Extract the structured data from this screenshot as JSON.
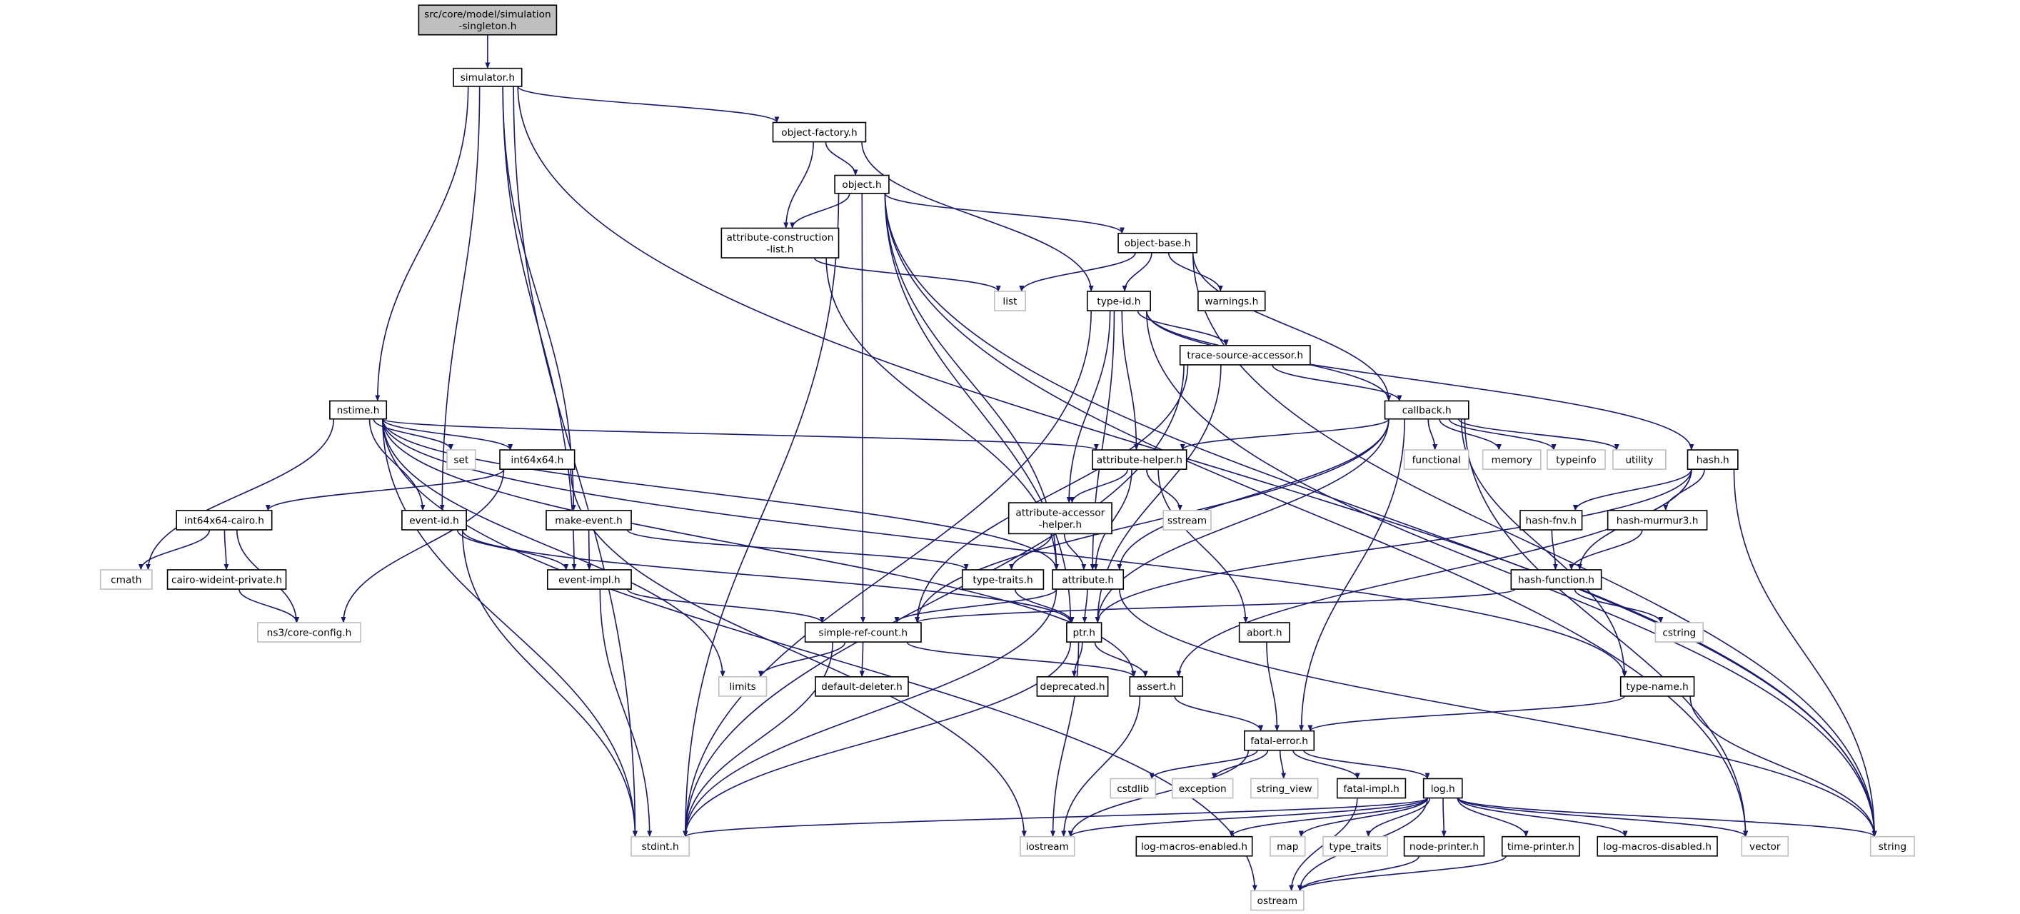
{
  "title": "src/core/model/simulation-singleton.h include dependency graph",
  "colors": {
    "edge": "#191970",
    "node_border": "#000000",
    "external_border": "#bfbfbf",
    "root_fill": "#bfbfbf"
  },
  "nodes": [
    {
      "id": "root",
      "label": [
        "src/core/model/simulation",
        "-singleton.h"
      ],
      "kind": "root"
    },
    {
      "id": "simulator",
      "label": [
        "simulator.h"
      ],
      "kind": "project"
    },
    {
      "id": "object-factory",
      "label": [
        "object-factory.h"
      ],
      "kind": "project"
    },
    {
      "id": "object",
      "label": [
        "object.h"
      ],
      "kind": "project"
    },
    {
      "id": "attribute-construction-list",
      "label": [
        "attribute-construction",
        "-list.h"
      ],
      "kind": "project"
    },
    {
      "id": "object-base",
      "label": [
        "object-base.h"
      ],
      "kind": "project"
    },
    {
      "id": "list",
      "label": [
        "list"
      ],
      "kind": "system"
    },
    {
      "id": "type-id",
      "label": [
        "type-id.h"
      ],
      "kind": "project"
    },
    {
      "id": "warnings",
      "label": [
        "warnings.h"
      ],
      "kind": "project"
    },
    {
      "id": "trace-source-accessor",
      "label": [
        "trace-source-accessor.h"
      ],
      "kind": "project"
    },
    {
      "id": "callback",
      "label": [
        "callback.h"
      ],
      "kind": "project"
    },
    {
      "id": "nstime",
      "label": [
        "nstime.h"
      ],
      "kind": "project"
    },
    {
      "id": "set",
      "label": [
        "set"
      ],
      "kind": "system"
    },
    {
      "id": "int64x64",
      "label": [
        "int64x64.h"
      ],
      "kind": "project"
    },
    {
      "id": "attribute-helper",
      "label": [
        "attribute-helper.h"
      ],
      "kind": "project"
    },
    {
      "id": "functional",
      "label": [
        "functional"
      ],
      "kind": "system"
    },
    {
      "id": "memory",
      "label": [
        "memory"
      ],
      "kind": "system"
    },
    {
      "id": "typeinfo",
      "label": [
        "typeinfo"
      ],
      "kind": "system"
    },
    {
      "id": "utility",
      "label": [
        "utility"
      ],
      "kind": "system"
    },
    {
      "id": "hash",
      "label": [
        "hash.h"
      ],
      "kind": "project"
    },
    {
      "id": "int64x64-cairo",
      "label": [
        "int64x64-cairo.h"
      ],
      "kind": "project"
    },
    {
      "id": "event-id",
      "label": [
        "event-id.h"
      ],
      "kind": "project"
    },
    {
      "id": "make-event",
      "label": [
        "make-event.h"
      ],
      "kind": "project"
    },
    {
      "id": "attribute-accessor-helper",
      "label": [
        "attribute-accessor",
        "-helper.h"
      ],
      "kind": "project"
    },
    {
      "id": "sstream",
      "label": [
        "sstream"
      ],
      "kind": "system"
    },
    {
      "id": "hash-fnv",
      "label": [
        "hash-fnv.h"
      ],
      "kind": "project"
    },
    {
      "id": "hash-murmur3",
      "label": [
        "hash-murmur3.h"
      ],
      "kind": "project"
    },
    {
      "id": "cmath",
      "label": [
        "cmath"
      ],
      "kind": "system"
    },
    {
      "id": "cairo-wideint-private",
      "label": [
        "cairo-wideint-private.h"
      ],
      "kind": "project"
    },
    {
      "id": "event-impl",
      "label": [
        "event-impl.h"
      ],
      "kind": "project"
    },
    {
      "id": "type-traits",
      "label": [
        "type-traits.h"
      ],
      "kind": "project"
    },
    {
      "id": "attribute",
      "label": [
        "attribute.h"
      ],
      "kind": "project"
    },
    {
      "id": "hash-function",
      "label": [
        "hash-function.h"
      ],
      "kind": "project"
    },
    {
      "id": "core-config",
      "label": [
        "ns3/core-config.h"
      ],
      "kind": "system"
    },
    {
      "id": "simple-ref-count",
      "label": [
        "simple-ref-count.h"
      ],
      "kind": "project"
    },
    {
      "id": "ptr",
      "label": [
        "ptr.h"
      ],
      "kind": "project"
    },
    {
      "id": "abort",
      "label": [
        "abort.h"
      ],
      "kind": "project"
    },
    {
      "id": "cstring",
      "label": [
        "cstring"
      ],
      "kind": "system"
    },
    {
      "id": "limits",
      "label": [
        "limits"
      ],
      "kind": "system"
    },
    {
      "id": "default-deleter",
      "label": [
        "default-deleter.h"
      ],
      "kind": "project"
    },
    {
      "id": "deprecated",
      "label": [
        "deprecated.h"
      ],
      "kind": "project"
    },
    {
      "id": "assert",
      "label": [
        "assert.h"
      ],
      "kind": "project"
    },
    {
      "id": "type-name",
      "label": [
        "type-name.h"
      ],
      "kind": "project"
    },
    {
      "id": "fatal-error",
      "label": [
        "fatal-error.h"
      ],
      "kind": "project"
    },
    {
      "id": "cstdlib",
      "label": [
        "cstdlib"
      ],
      "kind": "system"
    },
    {
      "id": "exception",
      "label": [
        "exception"
      ],
      "kind": "system"
    },
    {
      "id": "string_view",
      "label": [
        "string_view"
      ],
      "kind": "system"
    },
    {
      "id": "fatal-impl",
      "label": [
        "fatal-impl.h"
      ],
      "kind": "project"
    },
    {
      "id": "log",
      "label": [
        "log.h"
      ],
      "kind": "project"
    },
    {
      "id": "stdint",
      "label": [
        "stdint.h"
      ],
      "kind": "system"
    },
    {
      "id": "iostream",
      "label": [
        "iostream"
      ],
      "kind": "system"
    },
    {
      "id": "log-macros-enabled",
      "label": [
        "log-macros-enabled.h"
      ],
      "kind": "project"
    },
    {
      "id": "map",
      "label": [
        "map"
      ],
      "kind": "system"
    },
    {
      "id": "type_traits",
      "label": [
        "type_traits"
      ],
      "kind": "system"
    },
    {
      "id": "node-printer",
      "label": [
        "node-printer.h"
      ],
      "kind": "project"
    },
    {
      "id": "time-printer",
      "label": [
        "time-printer.h"
      ],
      "kind": "project"
    },
    {
      "id": "log-macros-disabled",
      "label": [
        "log-macros-disabled.h"
      ],
      "kind": "project"
    },
    {
      "id": "vector",
      "label": [
        "vector"
      ],
      "kind": "system"
    },
    {
      "id": "string",
      "label": [
        "string"
      ],
      "kind": "system"
    },
    {
      "id": "ostream",
      "label": [
        "ostream"
      ],
      "kind": "system"
    }
  ],
  "edges": [
    [
      "root",
      "simulator"
    ],
    [
      "simulator",
      "object-factory"
    ],
    [
      "simulator",
      "nstime"
    ],
    [
      "simulator",
      "event-id"
    ],
    [
      "simulator",
      "event-impl"
    ],
    [
      "simulator",
      "make-event"
    ],
    [
      "simulator",
      "stdint"
    ],
    [
      "simulator",
      "string"
    ],
    [
      "object-factory",
      "object"
    ],
    [
      "object-factory",
      "attribute-construction-list"
    ],
    [
      "object-factory",
      "type-id"
    ],
    [
      "object",
      "attribute-construction-list"
    ],
    [
      "object",
      "object-base"
    ],
    [
      "object",
      "simple-ref-count"
    ],
    [
      "object",
      "attribute"
    ],
    [
      "object",
      "ptr"
    ],
    [
      "object",
      "stdint"
    ],
    [
      "object",
      "vector"
    ],
    [
      "object",
      "string"
    ],
    [
      "attribute-construction-list",
      "list"
    ],
    [
      "attribute-construction-list",
      "attribute"
    ],
    [
      "object-base",
      "list"
    ],
    [
      "object-base",
      "type-id"
    ],
    [
      "object-base",
      "warnings"
    ],
    [
      "object-base",
      "callback"
    ],
    [
      "object-base",
      "string"
    ],
    [
      "type-id",
      "trace-source-accessor"
    ],
    [
      "type-id",
      "callback"
    ],
    [
      "type-id",
      "attribute-helper"
    ],
    [
      "type-id",
      "attribute-accessor-helper"
    ],
    [
      "type-id",
      "attribute"
    ],
    [
      "type-id",
      "stdint"
    ],
    [
      "type-id",
      "hash"
    ],
    [
      "type-id",
      "string"
    ],
    [
      "trace-source-accessor",
      "callback"
    ],
    [
      "trace-source-accessor",
      "simple-ref-count"
    ],
    [
      "trace-source-accessor",
      "ptr"
    ],
    [
      "trace-source-accessor",
      "stdint"
    ],
    [
      "callback",
      "attribute-helper"
    ],
    [
      "callback",
      "functional"
    ],
    [
      "callback",
      "memory"
    ],
    [
      "callback",
      "typeinfo"
    ],
    [
      "callback",
      "utility"
    ],
    [
      "callback",
      "simple-ref-count"
    ],
    [
      "callback",
      "attribute"
    ],
    [
      "callback",
      "ptr"
    ],
    [
      "callback",
      "fatal-error"
    ],
    [
      "callback",
      "vector"
    ],
    [
      "callback",
      "type-name"
    ],
    [
      "nstime",
      "set"
    ],
    [
      "nstime",
      "int64x64"
    ],
    [
      "nstime",
      "cmath"
    ],
    [
      "nstime",
      "event-id"
    ],
    [
      "nstime",
      "attribute-helper"
    ],
    [
      "nstime",
      "attribute"
    ],
    [
      "nstime",
      "assert"
    ],
    [
      "nstime",
      "stdint"
    ],
    [
      "nstime",
      "ostream"
    ],
    [
      "nstime",
      "limits"
    ],
    [
      "nstime",
      "type-name"
    ],
    [
      "int64x64",
      "int64x64-cairo"
    ],
    [
      "int64x64",
      "core-config"
    ],
    [
      "int64x64",
      "iostream"
    ],
    [
      "int64x64-cairo",
      "cmath"
    ],
    [
      "int64x64-cairo",
      "cairo-wideint-private"
    ],
    [
      "int64x64-cairo",
      "core-config"
    ],
    [
      "cairo-wideint-private",
      "core-config"
    ],
    [
      "event-id",
      "event-impl"
    ],
    [
      "event-id",
      "ptr"
    ],
    [
      "event-id",
      "stdint"
    ],
    [
      "make-event",
      "event-impl"
    ],
    [
      "make-event",
      "type-traits"
    ],
    [
      "event-impl",
      "simple-ref-count"
    ],
    [
      "event-impl",
      "stdint"
    ],
    [
      "attribute-helper",
      "attribute-accessor-helper"
    ],
    [
      "attribute-helper",
      "attribute"
    ],
    [
      "attribute-helper",
      "sstream"
    ],
    [
      "attribute-helper",
      "abort"
    ],
    [
      "attribute-accessor-helper",
      "type-traits"
    ],
    [
      "attribute-accessor-helper",
      "attribute"
    ],
    [
      "attribute",
      "simple-ref-count"
    ],
    [
      "attribute",
      "ptr"
    ],
    [
      "attribute",
      "stdint"
    ],
    [
      "attribute",
      "string"
    ],
    [
      "hash",
      "hash-fnv"
    ],
    [
      "hash",
      "hash-murmur3"
    ],
    [
      "hash",
      "hash-function"
    ],
    [
      "hash",
      "ptr"
    ],
    [
      "hash",
      "assert"
    ],
    [
      "hash",
      "string"
    ],
    [
      "hash-fnv",
      "hash-function"
    ],
    [
      "hash-murmur3",
      "hash-function"
    ],
    [
      "hash-function",
      "simple-ref-count"
    ],
    [
      "hash-function",
      "cstring"
    ],
    [
      "type-traits",
      "ptr"
    ],
    [
      "simple-ref-count",
      "limits"
    ],
    [
      "simple-ref-count",
      "default-deleter"
    ],
    [
      "simple-ref-count",
      "assert"
    ],
    [
      "simple-ref-count",
      "stdint"
    ],
    [
      "ptr",
      "deprecated"
    ],
    [
      "ptr",
      "assert"
    ],
    [
      "ptr",
      "stdint"
    ],
    [
      "ptr",
      "iostream"
    ],
    [
      "abort",
      "fatal-error"
    ],
    [
      "assert",
      "fatal-error"
    ],
    [
      "assert",
      "iostream"
    ],
    [
      "type-name",
      "fatal-error"
    ],
    [
      "type-name",
      "string"
    ],
    [
      "fatal-error",
      "iostream"
    ],
    [
      "fatal-error",
      "cstdlib"
    ],
    [
      "fatal-error",
      "exception"
    ],
    [
      "fatal-error",
      "string_view"
    ],
    [
      "fatal-error",
      "fatal-impl"
    ],
    [
      "fatal-error",
      "log"
    ],
    [
      "fatal-impl",
      "ostream"
    ],
    [
      "log",
      "stdint"
    ],
    [
      "log",
      "iostream"
    ],
    [
      "log",
      "log-macros-enabled"
    ],
    [
      "log",
      "map"
    ],
    [
      "log",
      "type_traits"
    ],
    [
      "log",
      "node-printer"
    ],
    [
      "log",
      "time-printer"
    ],
    [
      "log",
      "log-macros-disabled"
    ],
    [
      "log",
      "vector"
    ],
    [
      "log",
      "string"
    ],
    [
      "log",
      "ostream"
    ],
    [
      "node-printer",
      "ostream"
    ],
    [
      "time-printer",
      "ostream"
    ]
  ]
}
